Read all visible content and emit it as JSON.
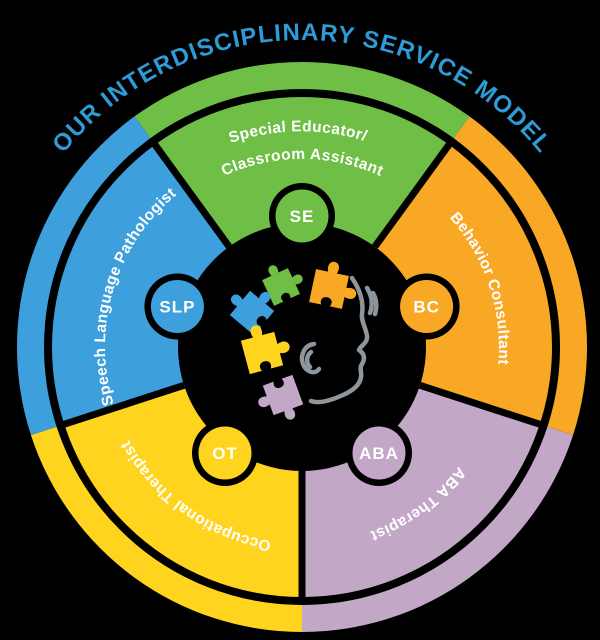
{
  "background_color": "#000000",
  "title": {
    "text": "OUR INTERDISCIPLINARY SERVICE MODEL",
    "color": "#2E9BD6"
  },
  "label_text_color": "#FFFFFF",
  "segments": [
    {
      "name": "Special Educator/Classroom Assistant",
      "label_lines": [
        "Special Educator/",
        "Classroom Assistant"
      ],
      "abbr": "SE",
      "color": "#6FBE46"
    },
    {
      "name": "Behavior Consultant",
      "label_lines": [
        "Behavior Consultant"
      ],
      "abbr": "BC",
      "color": "#F8A825"
    },
    {
      "name": "ABA Therapist",
      "label_lines": [
        "ABA Therapist"
      ],
      "abbr": "ABA",
      "color": "#C2A7C7"
    },
    {
      "name": "Occupational Therapist",
      "label_lines": [
        "Occupational Therapist"
      ],
      "abbr": "OT",
      "color": "#FFD41E"
    },
    {
      "name": "Speech Language Pathologist",
      "label_lines": [
        "Speech Language Pathologist"
      ],
      "abbr": "SLP",
      "color": "#3D9FDB"
    }
  ],
  "center_illustration": {
    "head_outline_color": "#8E959B",
    "puzzle_piece_colors": {
      "green": "#6FBE46",
      "orange": "#F8A825",
      "blue": "#3D9FDB",
      "yellow": "#FFD41E",
      "purple": "#C2A7C7"
    }
  }
}
